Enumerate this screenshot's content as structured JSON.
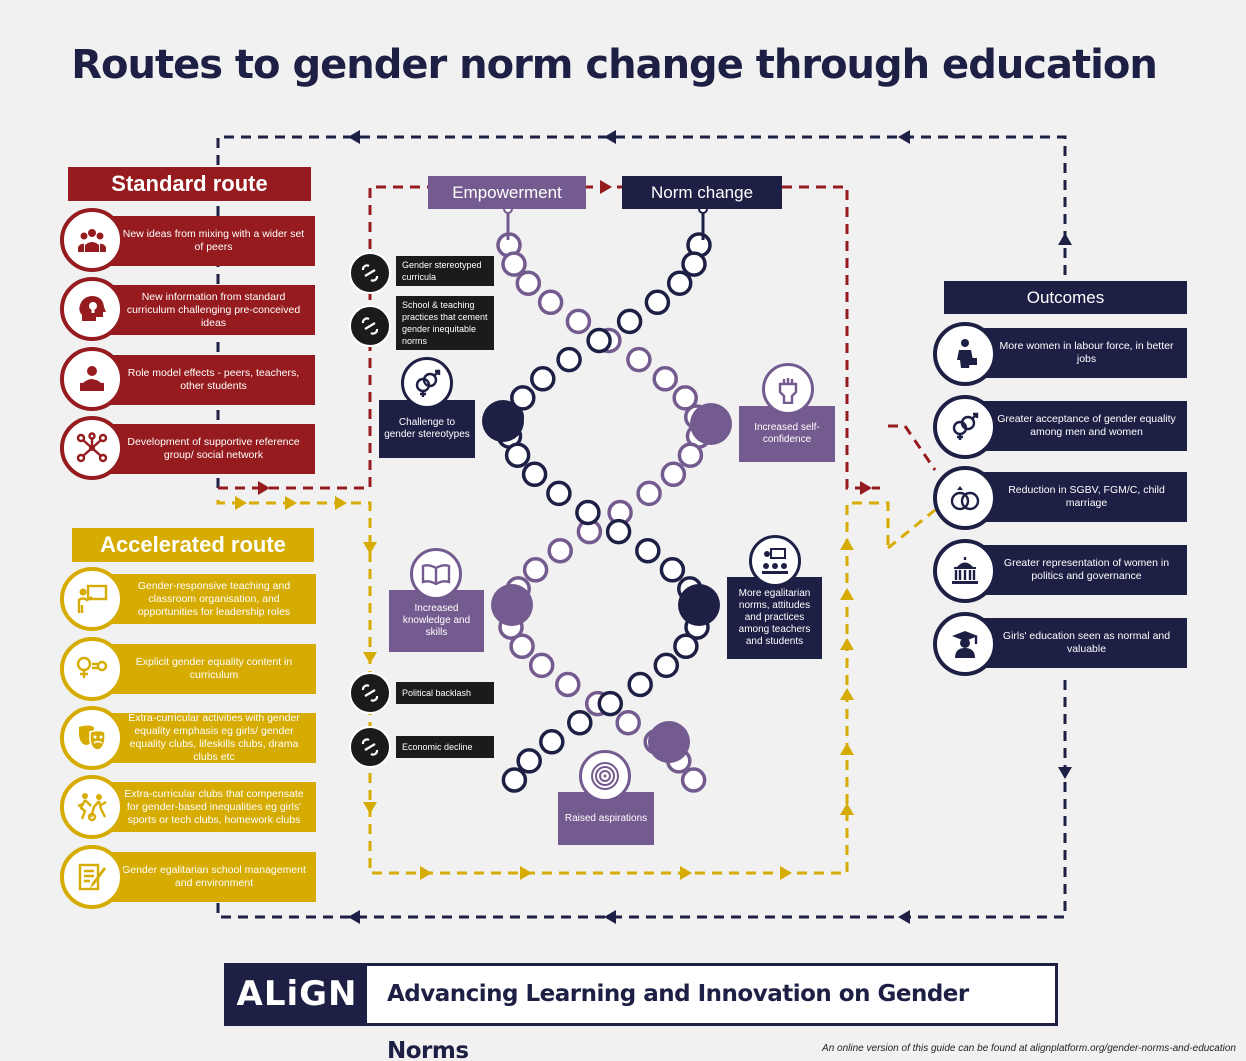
{
  "title": "Routes to gender norm change through education",
  "standard_route": {
    "title": "Standard route",
    "items": [
      {
        "label": "New ideas from mixing with a wider set of peers",
        "icon": "group-icon"
      },
      {
        "label": "New information from standard curriculum challenging pre-conceived ideas",
        "icon": "head-lightbulb-icon"
      },
      {
        "label": "Role model effects - peers, teachers, other students",
        "icon": "speaker-podium-icon"
      },
      {
        "label": "Development of supportive reference group/ social network",
        "icon": "network-icon"
      }
    ]
  },
  "accelerated_route": {
    "title": "Accelerated route",
    "items": [
      {
        "label": "Gender-responsive teaching and classroom organisation, and opportunities for leadership roles",
        "icon": "teacher-board-icon"
      },
      {
        "label": "Explicit gender equality content in curriculum",
        "icon": "gender-equal-icon"
      },
      {
        "label": "Extra-curricular activities with gender equality emphasis eg girls/ gender equality clubs, lifeskills clubs, drama clubs etc",
        "icon": "drama-masks-icon"
      },
      {
        "label": "Extra-curricular clubs that compensate for gender-based inequalities eg girls' sports or tech clubs, homework clubs",
        "icon": "sports-icon"
      },
      {
        "label": "Gender egalitarian school management and environment",
        "icon": "document-pen-icon"
      }
    ]
  },
  "center": {
    "empowerment": "Empowerment",
    "norm_change": "Norm change",
    "barriers": [
      "Gender stereotyped curricula",
      "School & teaching practices that cement gender inequitable norms",
      "Political backlash",
      "Economic decline"
    ],
    "factors": {
      "challenge": "Challenge to gender stereotypes",
      "self_confidence": "Increased self-confidence",
      "knowledge": "Increased knowledge and skills",
      "egalitarian": "More egalitarian norms, attitudes and practices among teachers and students",
      "aspirations": "Raised aspirations"
    }
  },
  "outcomes": {
    "title": "Outcomes",
    "items": [
      {
        "label": "More women in labour force, in better jobs",
        "icon": "businesswoman-icon"
      },
      {
        "label": "Greater acceptance of gender equality among men and women",
        "icon": "gender-symbols-icon"
      },
      {
        "label": "Reduction in SGBV, FGM/C, child marriage",
        "icon": "rings-icon"
      },
      {
        "label": "Greater representation of women in politics and governance",
        "icon": "government-building-icon"
      },
      {
        "label": "Girls' education seen as normal and valuable",
        "icon": "graduate-icon"
      }
    ]
  },
  "footer": {
    "logo": "ALiGN",
    "tagline": "Advancing Learning and Innovation on Gender Norms",
    "note": "An online version of this guide can be found at alignplatform.org/gender-norms-and-education"
  },
  "colors": {
    "navy": "#1e1f44",
    "red": "#961b1e",
    "gold": "#d6ac03",
    "purple": "#745b8f",
    "barrier": "#1b1b1b"
  }
}
